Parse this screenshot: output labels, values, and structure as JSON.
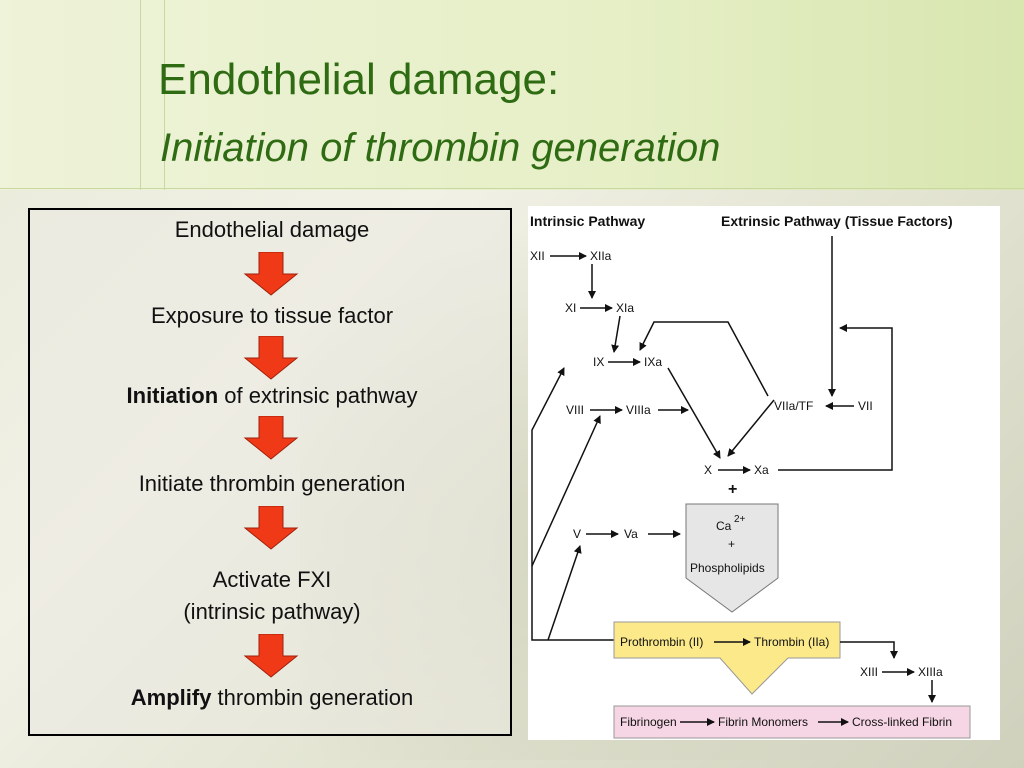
{
  "slide": {
    "title": "Endothelial damage:",
    "subtitle": "Initiation of thrombin generation"
  },
  "flow": {
    "step1": "Endothelial damage",
    "step2": "Exposure to tissue factor",
    "step3_bold": "Initiation",
    "step3_rest": " of extrinsic pathway",
    "step4": "Initiate thrombin generation",
    "step5_line1": "Activate FXI",
    "step5_line2": "(intrinsic pathway)",
    "step6_bold": "Amplify",
    "step6_rest": " thrombin generation",
    "arrow_color": "#f03a17"
  },
  "cascade": {
    "intrinsic_header": "Intrinsic Pathway",
    "extrinsic_header": "Extrinsic Pathway (Tissue Factors)",
    "xii": "XII",
    "xiia": "XIIa",
    "xi": "XI",
    "xia": "XIa",
    "ix": "IX",
    "ixa": "IXa",
    "viii": "VIII",
    "viiia": "VIIIa",
    "viia_tf": "VIIa/TF",
    "vii": "VII",
    "x": "X",
    "xa": "Xa",
    "plus": "+",
    "v": "V",
    "va": "Va",
    "ca": "Ca",
    "ca_sup": "2+",
    "plus2": "+",
    "phospholipids": "Phospholipids",
    "prothrombin": "Prothrombin (II)",
    "thrombin": "Thrombin (IIa)",
    "xiii": "XIII",
    "xiiia": "XIIIa",
    "fibrinogen": "Fibrinogen",
    "fibrin_monomers": "Fibrin Monomers",
    "crosslinked": "Cross-linked Fibrin",
    "yellow_fill": "#fbe98a",
    "pink_fill": "#f6d6e4",
    "gray_fill": "#e6e6e6"
  }
}
